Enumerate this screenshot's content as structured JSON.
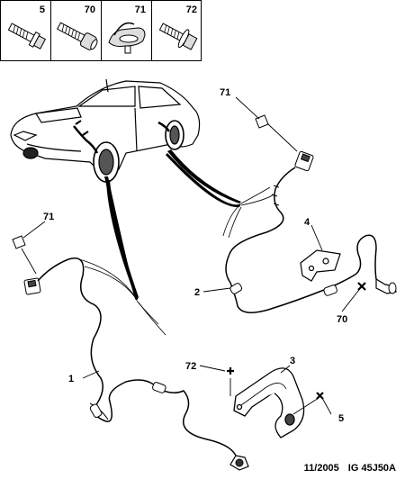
{
  "legend": {
    "parts": [
      {
        "number": "5",
        "icon": "bolt-icon"
      },
      {
        "number": "70",
        "icon": "socket-screw-icon"
      },
      {
        "number": "71",
        "icon": "cable-clip-icon"
      },
      {
        "number": "72",
        "icon": "flange-bolt-icon"
      }
    ]
  },
  "callouts": {
    "c71_top": "71",
    "c71_left": "71",
    "c4": "4",
    "c2": "2",
    "c70": "70",
    "c1": "1",
    "c72": "72",
    "c3": "3",
    "c5": "5"
  },
  "reference": {
    "date": "11/2005",
    "code": "IG 45J50A"
  }
}
